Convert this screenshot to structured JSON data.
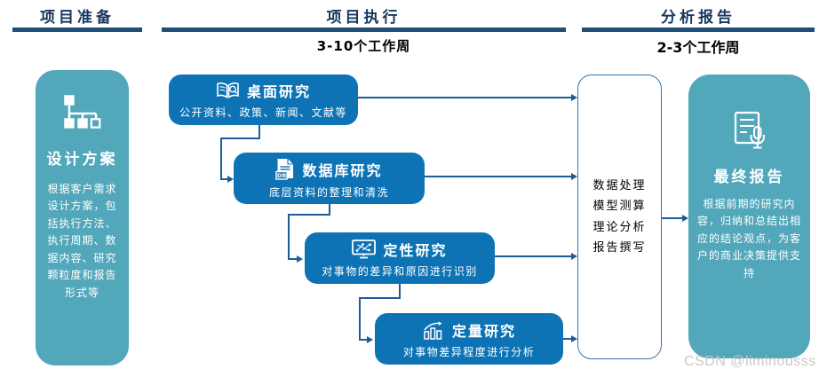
{
  "columns": [
    {
      "title": "项目准备",
      "duration": ""
    },
    {
      "title": "项目执行",
      "duration": "3-10个工作周"
    },
    {
      "title": "分析报告",
      "duration": "2-3个工作周"
    }
  ],
  "design_panel": {
    "icon": "sitemap-icon",
    "title": "设计方案",
    "body": "根据客户需求设计方案，包括执行方法、执行周期、数据内容、研究颗粒度和报告形式等"
  },
  "steps": [
    {
      "icon": "book-magnifier-icon",
      "title": "桌面研究",
      "subtitle": "公开资料、政策、新闻、文献等"
    },
    {
      "icon": "db-document-icon",
      "title": "数据库研究",
      "subtitle": "底层资料的整理和清洗",
      "icon_label": "DB"
    },
    {
      "icon": "monitor-scatter-icon",
      "title": "定性研究",
      "subtitle": "对事物的差异和原因进行识别"
    },
    {
      "icon": "bar-growth-icon",
      "title": "定量研究",
      "subtitle": "对事物差异程度进行分析"
    }
  ],
  "process_panel": {
    "text": "数据处理\n模型测算\n理论分析\n报告撰写"
  },
  "final_panel": {
    "icon": "report-mic-icon",
    "title": "最终报告",
    "body": "根据前期的研究内容，归纳和总结出相应的结论观点，为客户的商业决策提供支持"
  },
  "watermark": "CSDN @liminousss",
  "colors": {
    "step_blue": "#0E73B5",
    "panel_teal": "#52A7BA",
    "header_navy": "#17375E",
    "bar_navy": "#1F4E79",
    "arrow_blue": "#1D5B99",
    "process_border": "#2E75B6"
  }
}
